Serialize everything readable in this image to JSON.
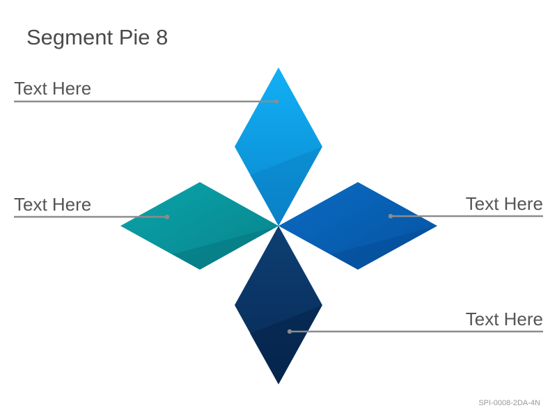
{
  "title": "Segment Pie 8",
  "labels": {
    "top_left": "Text Here",
    "middle_left": "Text Here",
    "middle_right": "Text Here",
    "bottom_right": "Text Here"
  },
  "code": "SPI-0008-2DA-4N",
  "colors": {
    "top": "#0aa6ee",
    "left": "#0a9aa2",
    "right": "#0862b8",
    "bottom": "#0d3a6e",
    "line": "#8c8c8c"
  }
}
